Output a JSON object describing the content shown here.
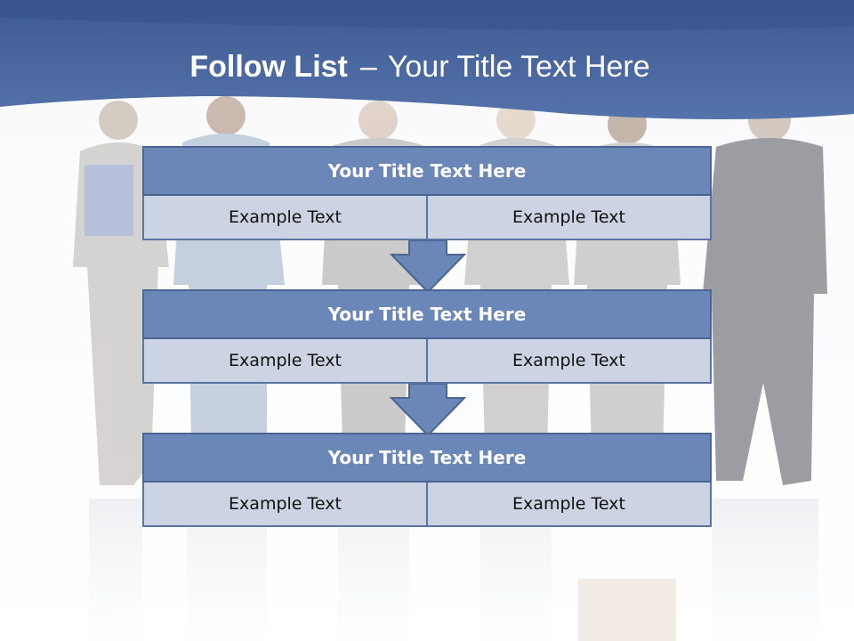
{
  "slide": {
    "title_bold": "Follow List",
    "title_dash": "–",
    "title_rest": "Your Title Text Here"
  },
  "colors": {
    "header_band": "#48659f",
    "block_title_fill": "#6b87b8",
    "block_cell_fill": "#ccd3e2",
    "arrow_fill": "#6b87b8"
  },
  "background_icon": "group-of-people-photo",
  "blocks": [
    {
      "title": "Your Title Text Here",
      "left": "Example Text",
      "right": "Example Text"
    },
    {
      "title": "Your Title Text Here",
      "left": "Example Text",
      "right": "Example Text"
    },
    {
      "title": "Your Title Text Here",
      "left": "Example Text",
      "right": "Example Text"
    }
  ]
}
